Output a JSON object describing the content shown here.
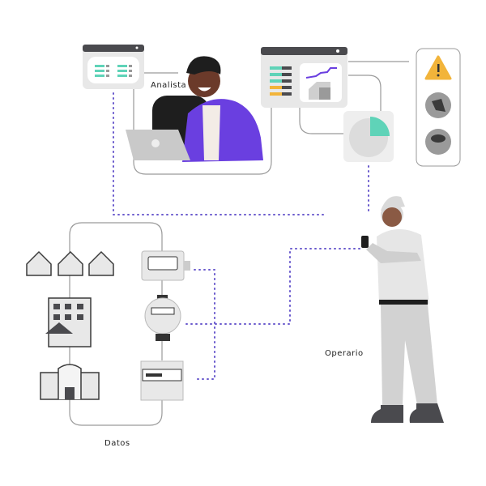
{
  "labels": {
    "analyst": "Analista",
    "operator": "Operario",
    "data": "Datos"
  },
  "colors": {
    "accent_purple": "#6a3fe0",
    "accent_teal": "#5fd3b8",
    "warning_yellow": "#f2b43a",
    "dotted_line": "#6a5acd",
    "panel_gray": "#e8e8e8",
    "dark_gray": "#4a4a4e"
  },
  "icons": [
    "table-icon",
    "line-chart-icon",
    "house-icon",
    "pie-chart-icon",
    "warning-icon",
    "dog-icon",
    "rain-cloud-icon",
    "house-icon",
    "apartment-building-icon",
    "shopping-mall-icon",
    "gas-meter-icon",
    "water-meter-icon",
    "electric-meter-icon",
    "smartphone-icon"
  ]
}
